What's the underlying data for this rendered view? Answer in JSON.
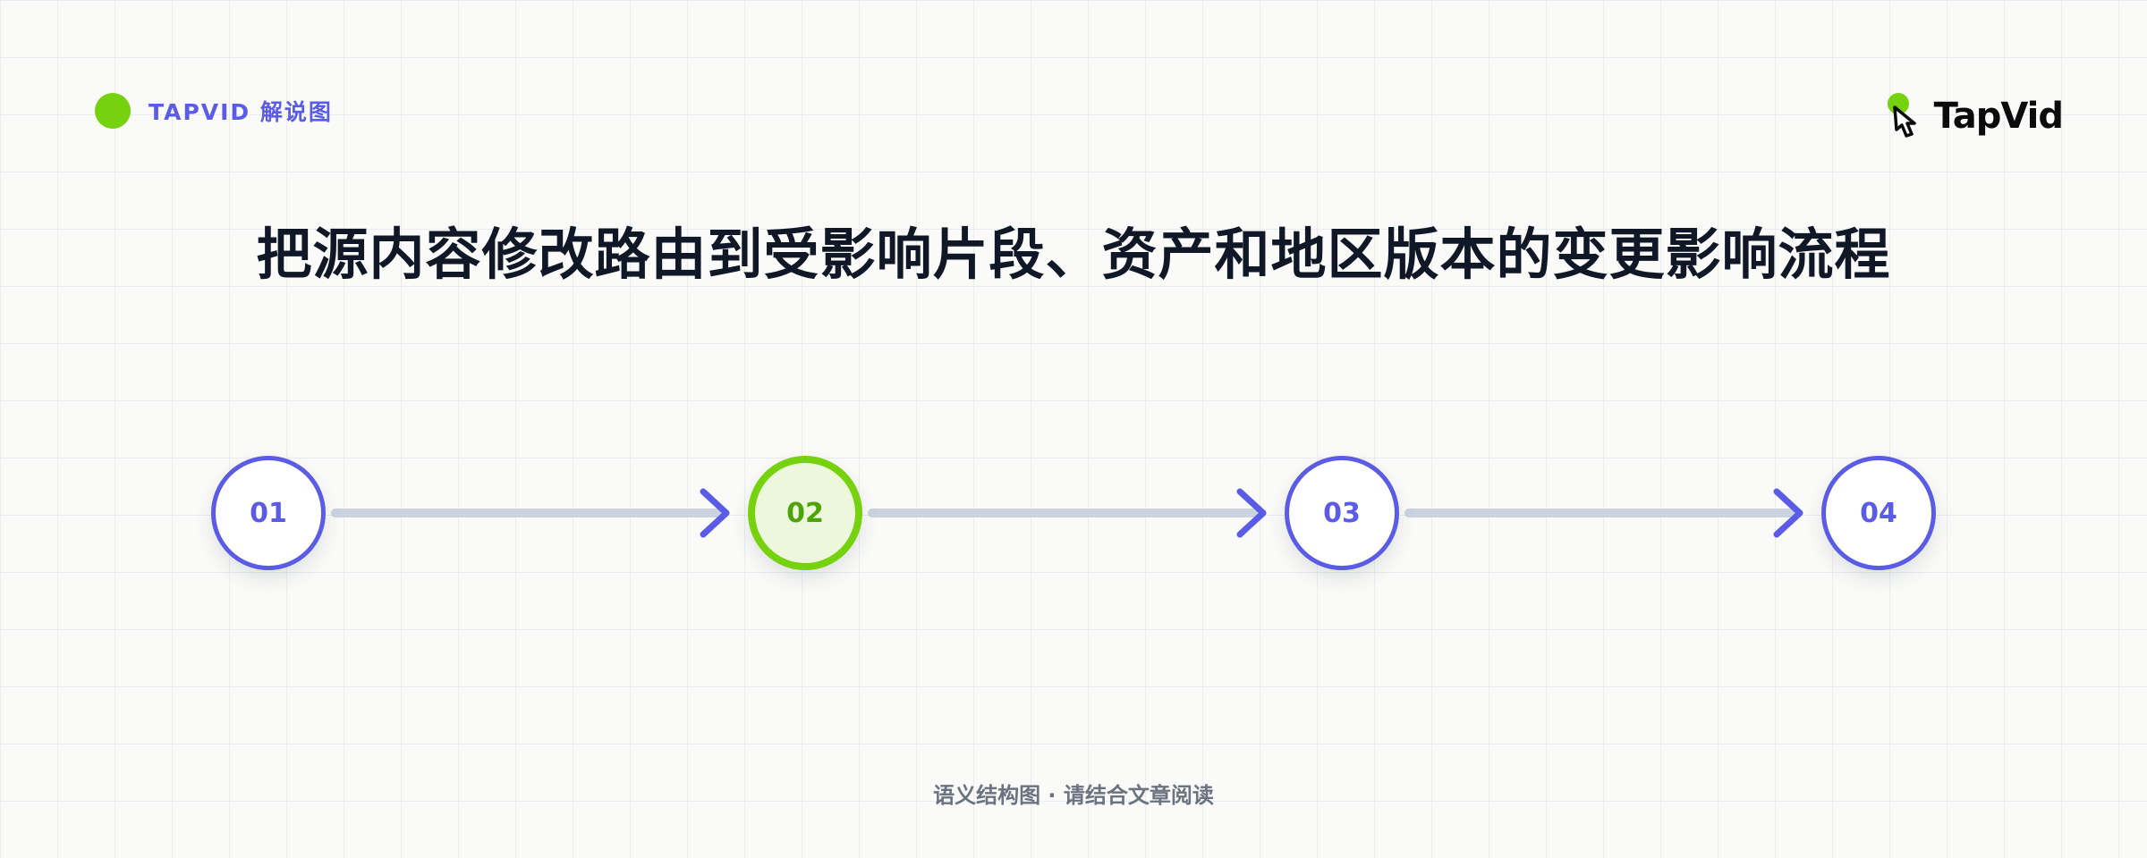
{
  "brand": {
    "label": "TAPVID 解说图",
    "logo_text": "TapVid",
    "accent_color": "#76d20f",
    "primary_color": "#5b5ce6"
  },
  "title": "把源内容修改路由到受影响片段、资产和地区版本的变更影响流程",
  "steps": [
    {
      "label": "01",
      "active": false
    },
    {
      "label": "02",
      "active": true
    },
    {
      "label": "03",
      "active": false
    },
    {
      "label": "04",
      "active": false
    }
  ],
  "footer": "语义结构图 · 请结合文章阅读",
  "icons": {
    "logo_mark": "pointing-hand-icon",
    "arrow": "chevron-right-icon"
  }
}
